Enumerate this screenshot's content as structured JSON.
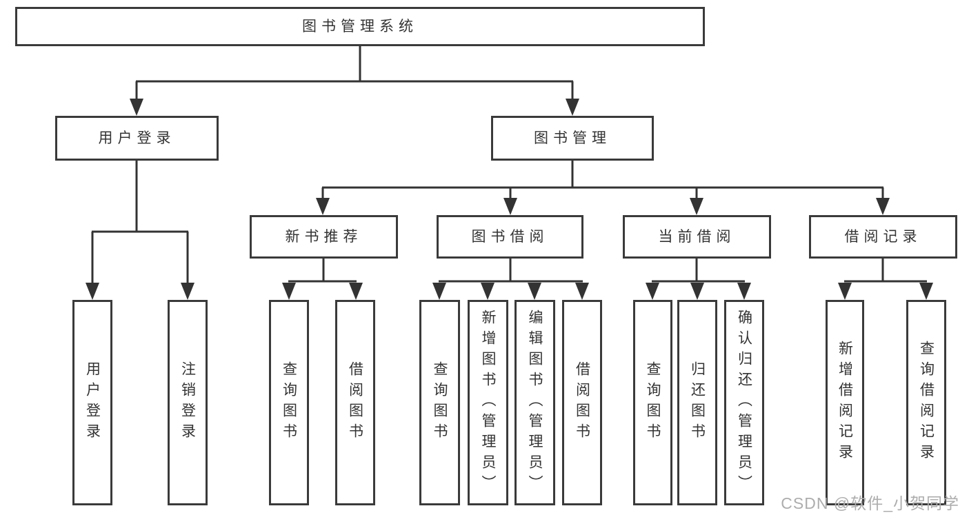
{
  "tree": {
    "root": "图书管理系统",
    "branches": [
      {
        "label": "用户登录",
        "leaves": [
          "用户登录",
          "注销登录"
        ]
      },
      {
        "label": "图书管理",
        "sections": [
          {
            "label": "新书推荐",
            "leaves": [
              "查询图书",
              "借阅图书"
            ]
          },
          {
            "label": "图书借阅",
            "leaves": [
              "查询图书",
              "新增图书（管理员）",
              "编辑图书（管理员）",
              "借阅图书"
            ]
          },
          {
            "label": "当前借阅",
            "leaves": [
              "查询图书",
              "归还图书",
              "确认归还（管理员）"
            ]
          },
          {
            "label": "借阅记录",
            "leaves": [
              "新增借阅记录",
              "查询借阅记录"
            ]
          }
        ]
      }
    ]
  },
  "watermark": {
    "text": "CSDN @软件_小贺同学"
  },
  "colors": {
    "line": "#333333",
    "box_border": "#3a3a3a",
    "text": "#333333",
    "watermark": "#adadad",
    "background": "#ffffff"
  }
}
